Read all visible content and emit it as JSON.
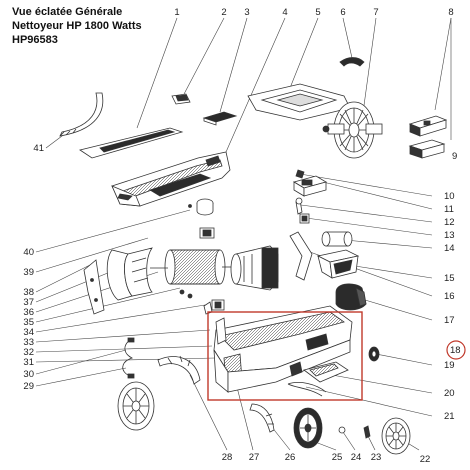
{
  "header": {
    "line1": "Vue éclatée Générale",
    "line2": "Nettoyeur HP 1800 Watts",
    "line3": "HP96583"
  },
  "callouts": {
    "c1": "1",
    "c2": "2",
    "c3": "3",
    "c4": "4",
    "c5": "5",
    "c6": "6",
    "c7": "7",
    "c8": "8",
    "c9": "9",
    "c10": "10",
    "c11": "11",
    "c12": "12",
    "c13": "13",
    "c14": "14",
    "c15": "15",
    "c16": "16",
    "c17": "17",
    "c18": "18",
    "c19": "19",
    "c20": "20",
    "c21": "21",
    "c22": "22",
    "c23": "23",
    "c24": "24",
    "c25": "25",
    "c26": "26",
    "c27": "27",
    "c28": "28",
    "c29": "29",
    "c30": "30",
    "c31": "31",
    "c32": "32",
    "c33": "33",
    "c34": "34",
    "c35": "35",
    "c36": "36",
    "c37": "37",
    "c38": "38",
    "c39": "39",
    "c40": "40",
    "c41": "41"
  },
  "colors": {
    "highlight_box": "#c0392b",
    "highlight_circle": "#c0392b",
    "line_art": "#333333",
    "dark_part": "#2b2b2b"
  }
}
